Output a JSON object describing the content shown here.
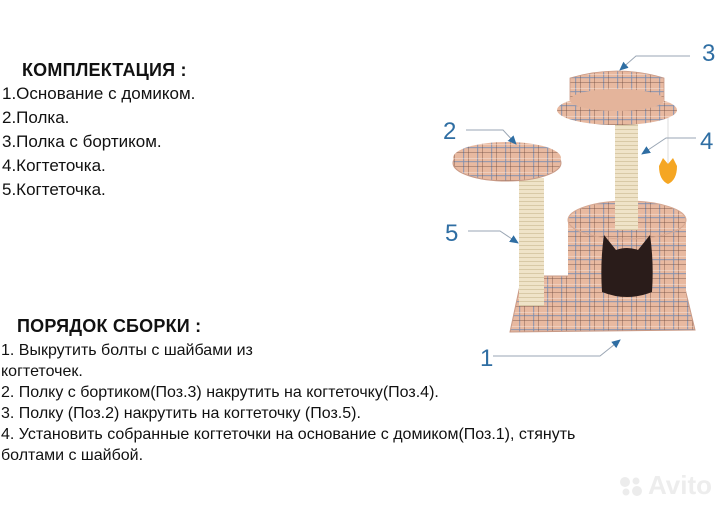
{
  "kit": {
    "title": "КОМПЛЕКТАЦИЯ :",
    "items": [
      "1.Основание с домиком.",
      "2.Полка.",
      "3.Полка с бортиком.",
      "4.Когтеточка.",
      "5.Когтеточка."
    ]
  },
  "assembly": {
    "title": "ПОРЯДОК СБОРКИ :",
    "lines": [
      "1. Выкрутить болты с шайбами из",
      "когтеточек.",
      "2. Полку с бортиком(Поз.3) накрутить на когтеточку(Поз.4).",
      "3. Полку (Поз.2) накрутить на когтеточку (Поз.5).",
      "4. Установить собранные когтеточки на основание с домиком(Поз.1), стянуть",
      "болтами с шайбой."
    ]
  },
  "diagram": {
    "labels": [
      "1",
      "2",
      "3",
      "4",
      "5"
    ],
    "colors": {
      "label": "#2f6ea3",
      "fabric": "#e8b9a0",
      "plaid_blue": "#7d8fb0",
      "plaid_dark": "#6b4a3e",
      "sisal": "#efe3c8",
      "toy": "#f5a623",
      "hole": "#2a1c1a"
    }
  },
  "watermark": {
    "text": "Avito"
  }
}
